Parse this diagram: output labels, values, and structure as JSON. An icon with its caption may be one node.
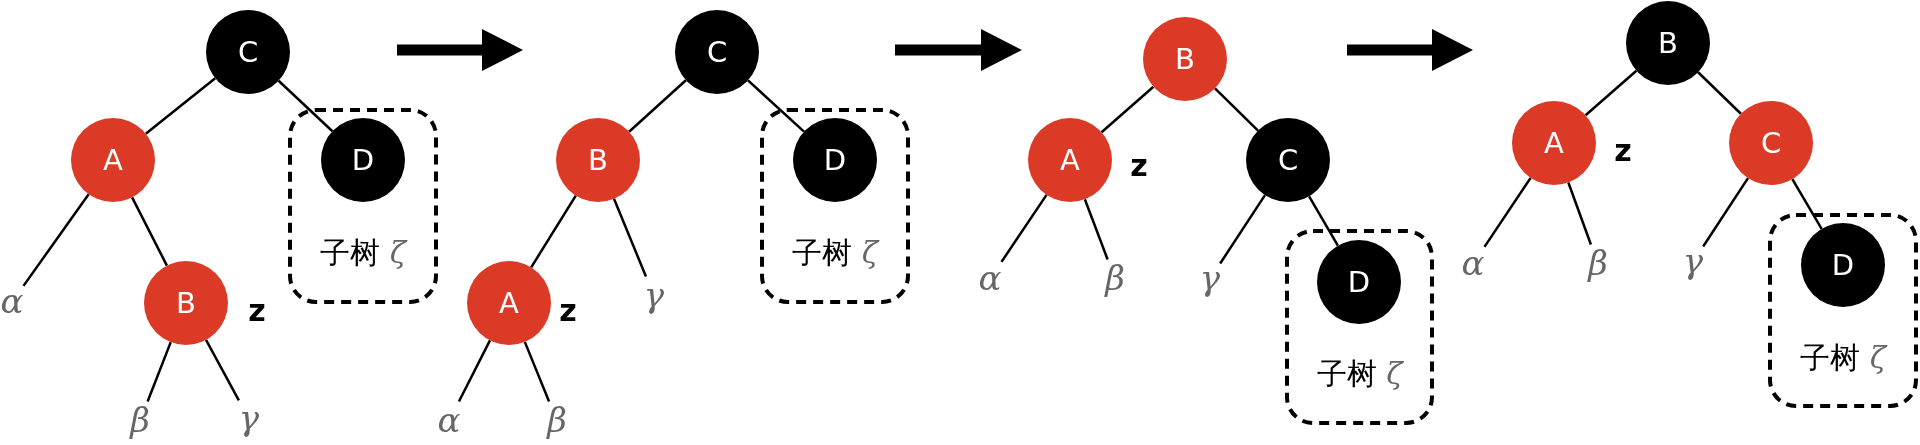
{
  "diagram": {
    "nodes": [
      {
        "text": [
          "C"
        ]
      },
      {
        "text": [
          "A"
        ]
      },
      {
        "text": [
          "α"
        ]
      },
      {
        "text": [
          "B"
        ],
        "beside": [
          "z"
        ]
      },
      {
        "text": [
          "β"
        ]
      },
      {
        "text": [
          "γ"
        ]
      },
      {
        "text": [
          "子树 *ζ*"
        ]
      },
      {
        "text": [
          "D"
        ],
        "in": 6
      },
      {
        "text": [
          "C"
        ]
      },
      {
        "text": [
          "B"
        ]
      },
      {
        "text": [
          "A"
        ],
        "beside": [
          "z"
        ]
      },
      {
        "text": [
          "α"
        ]
      },
      {
        "text": [
          "β"
        ]
      },
      {
        "text": [
          "γ"
        ]
      },
      {
        "text": [
          "子树 *ζ*"
        ]
      },
      {
        "text": [
          "D"
        ],
        "in": 14
      },
      {
        "text": [
          "B"
        ]
      },
      {
        "text": [
          "A"
        ],
        "beside": [
          "z"
        ]
      },
      {
        "text": [
          "α"
        ]
      },
      {
        "text": [
          "β"
        ]
      },
      {
        "text": [
          "C"
        ]
      },
      {
        "text": [
          "γ"
        ]
      },
      {
        "text": [
          "子树 *ζ*"
        ]
      },
      {
        "text": [
          "D"
        ],
        "in": 22
      },
      {
        "text": [
          "B"
        ]
      },
      {
        "text": [
          "A"
        ],
        "beside": [
          "z"
        ]
      },
      {
        "text": [
          "α"
        ]
      },
      {
        "text": [
          "β"
        ]
      },
      {
        "text": [
          "C"
        ]
      },
      {
        "text": [
          "γ"
        ]
      },
      {
        "text": [
          "子树 *ζ*"
        ]
      },
      {
        "text": [
          "D"
        ],
        "in": 30
      }
    ],
    "edges": [
      {
        "from": 0,
        "to": 1,
        "arrow": "none"
      },
      {
        "from": 1,
        "to": 2,
        "arrow": "none"
      },
      {
        "from": 1,
        "to": 3,
        "arrow": "none"
      },
      {
        "from": 3,
        "to": 4,
        "arrow": "none"
      },
      {
        "from": 3,
        "to": 5,
        "arrow": "none"
      },
      {
        "from": 0,
        "to": 7,
        "arrow": "none"
      },
      {
        "from": 8,
        "to": 9,
        "arrow": "none"
      },
      {
        "from": 9,
        "to": 10,
        "arrow": "none"
      },
      {
        "from": 10,
        "to": 11,
        "arrow": "none"
      },
      {
        "from": 10,
        "to": 12,
        "arrow": "none"
      },
      {
        "from": 9,
        "to": 13,
        "arrow": "none"
      },
      {
        "from": 8,
        "to": 15,
        "arrow": "none"
      },
      {
        "from": 16,
        "to": 17,
        "arrow": "none"
      },
      {
        "from": 17,
        "to": 18,
        "arrow": "none"
      },
      {
        "from": 17,
        "to": 19,
        "arrow": "none"
      },
      {
        "from": 16,
        "to": 20,
        "arrow": "none"
      },
      {
        "from": 20,
        "to": 21,
        "arrow": "none"
      },
      {
        "from": 20,
        "to": 23,
        "arrow": "none"
      },
      {
        "from": 24,
        "to": 25,
        "arrow": "none"
      },
      {
        "from": 25,
        "to": 26,
        "arrow": "none"
      },
      {
        "from": 25,
        "to": 27,
        "arrow": "none"
      },
      {
        "from": 24,
        "to": 28,
        "arrow": "none"
      },
      {
        "from": 28,
        "to": 29,
        "arrow": "none"
      },
      {
        "from": 28,
        "to": 31,
        "arrow": "none"
      }
    ]
  }
}
